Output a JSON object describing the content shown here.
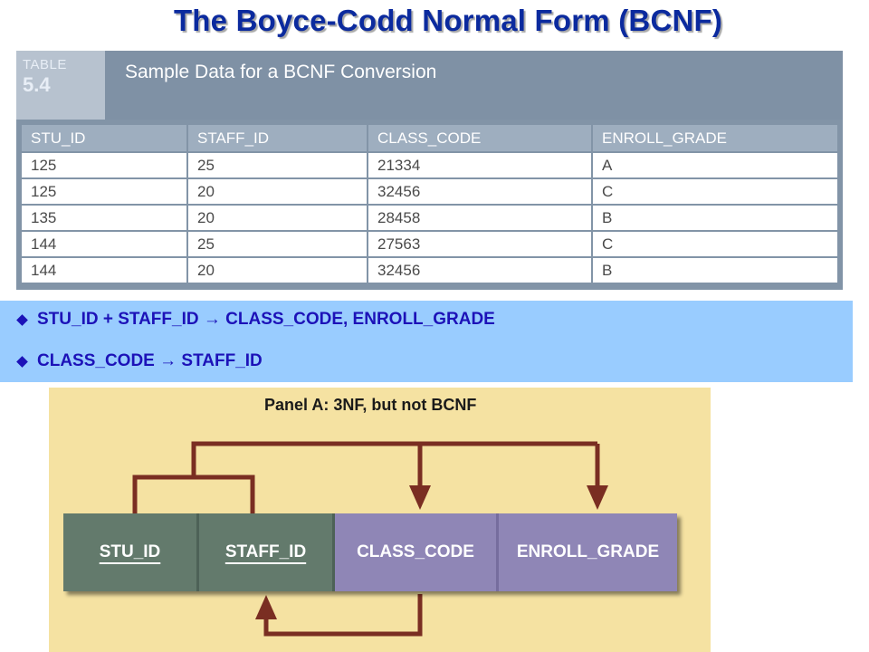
{
  "slide": {
    "title": "The Boyce-Codd Normal Form (BCNF)"
  },
  "table_figure": {
    "label_word": "TABLE",
    "label_number": "5.4",
    "caption": "Sample Data for a BCNF Conversion",
    "columns": [
      "STU_ID",
      "STAFF_ID",
      "CLASS_CODE",
      "ENROLL_GRADE"
    ],
    "rows": [
      [
        "125",
        "25",
        "21334",
        "A"
      ],
      [
        "125",
        "20",
        "32456",
        "C"
      ],
      [
        "135",
        "20",
        "28458",
        "B"
      ],
      [
        "144",
        "25",
        "27563",
        "C"
      ],
      [
        "144",
        "20",
        "32456",
        "B"
      ]
    ]
  },
  "dependencies": [
    "STU_ID + STAFF_ID → CLASS_CODE, ENROLL_GRADE",
    "CLASS_CODE → STAFF_ID"
  ],
  "diagram": {
    "panel_title": "Panel A: 3NF, but not BCNF",
    "attributes": [
      {
        "label": "STU_ID",
        "key": true
      },
      {
        "label": "STAFF_ID",
        "key": true
      },
      {
        "label": "CLASS_CODE",
        "key": false
      },
      {
        "label": "ENROLL_GRADE",
        "key": false
      }
    ],
    "colors": {
      "panel_bg": "#f5e2a2",
      "key_attr": "#637a6c",
      "nonkey_attr": "#8f86b6",
      "arrow": "#7a2e22"
    }
  },
  "colors": {
    "title": "#0b2a9e",
    "dependency_text": "#1c12b8",
    "dependency_bg": "#99ccff",
    "table_frame": "#8294a7"
  }
}
